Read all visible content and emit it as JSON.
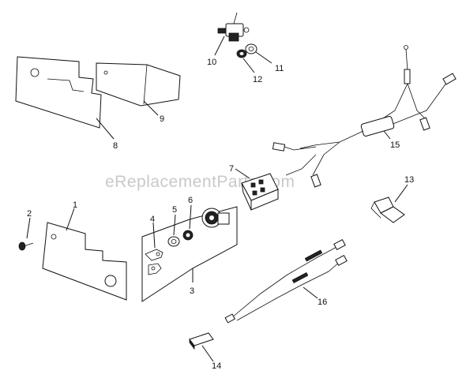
{
  "watermark": "eReplacementParts.com",
  "callouts": {
    "c1": "1",
    "c2": "2",
    "c3": "3",
    "c4": "4",
    "c5": "5",
    "c6": "6",
    "c7": "7",
    "c8": "8",
    "c9": "9",
    "c10": "10",
    "c11": "11",
    "c12": "12",
    "c13": "13",
    "c14": "14",
    "c15": "15",
    "c16": "16"
  }
}
